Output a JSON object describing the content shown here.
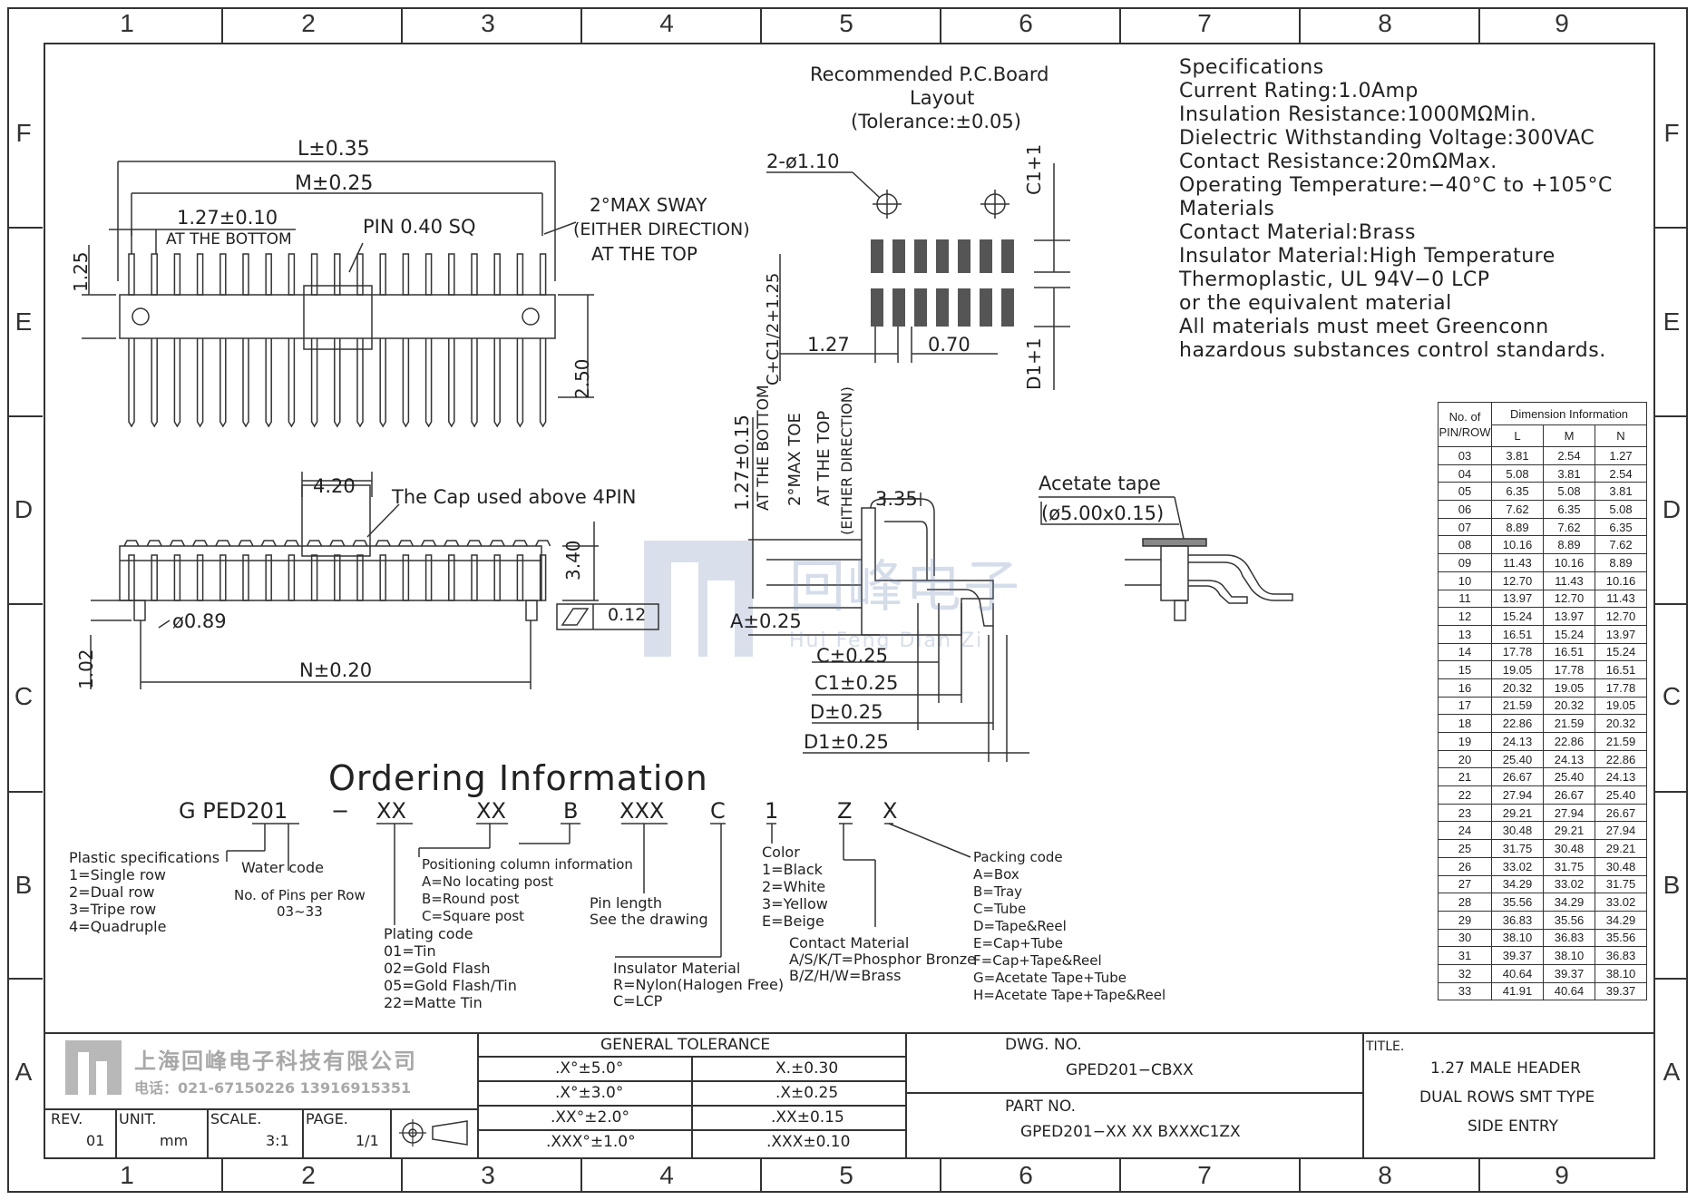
{
  "grid": {
    "columns": [
      "1",
      "2",
      "3",
      "4",
      "5",
      "6",
      "7",
      "8",
      "9"
    ],
    "rows": [
      "F",
      "E",
      "D",
      "C",
      "B",
      "A"
    ]
  },
  "pcb": {
    "title_1": "Recommended P.C.Board",
    "title_2": "Layout",
    "tolerance": "(Tolerance:±0.05)",
    "hole": "2-ø1.10",
    "pitch": "1.27",
    "pad_width": "0.70",
    "c1_plus": "C1+1",
    "d1_plus": "D1+1",
    "c_formula": "C+C1/2+1.25"
  },
  "specifications": {
    "lines": [
      "Specifications",
      "Current Rating:1.0Amp",
      "Insulation  Resistance:1000MΩMin.",
      "Dielectric  Withstanding  Voltage:300VAC",
      "Contact  Resistance:20mΩMax.",
      "Operating  Temperature:−40°C  to  +105°C",
      "Materials",
      "Contact  Material:Brass",
      "Insulator  Material:High  Temperature",
      "Thermoplastic,  UL  94V−0  LCP",
      "or  the  equivalent  material",
      "All  materials  must  meet  Greenconn",
      "hazardous  substances  control  standards."
    ]
  },
  "top_view": {
    "l_dim": "L±0.35",
    "m_dim": "M±0.25",
    "pitch_dim": "1.27±0.10",
    "at_bottom": "AT THE BOTTOM",
    "pin_sq": "PIN  0.40  SQ",
    "sway_1": "2°MAX  SWAY",
    "sway_2": "(EITHER  DIRECTION)",
    "sway_3": "AT  THE  TOP",
    "dim_125": "1.25",
    "dim_250": "2.50"
  },
  "front_view": {
    "cap_dim": "4.20",
    "cap_note": "The  Cap  used  above  4PIN",
    "height": "3.40",
    "post_dia": "ø0.89",
    "n_dim": "N±0.20",
    "dim_102": "1.02",
    "flatness": "0.12"
  },
  "side_view": {
    "pitch_bottom": "1.27±0.15",
    "at_bottom": "AT  THE  BOTTOM",
    "toe_1": "2°MAX  TOE",
    "toe_2": "AT  THE  TOP",
    "toe_3": "(EITHER  DIRECTION)",
    "width": "3.35",
    "a": "A±0.25",
    "c": "C±0.25",
    "c1": "C1±0.25",
    "d": "D±0.25",
    "d1": "D1±0.25"
  },
  "tape": {
    "label": "Acetate  tape",
    "size": "(ø5.00x0.15)"
  },
  "watermark": {
    "name": "回峰电子",
    "pinyin": "Hui  Feng  Dian  Zi"
  },
  "ordering": {
    "title": "Ordering  Information",
    "code_parts": [
      "G  PED201",
      "−",
      "XX",
      "XX",
      "B",
      "XXX",
      "C",
      "1",
      "Z",
      "X"
    ],
    "plastic": [
      "Plastic  specifications",
      "1=Single  row",
      "2=Dual  row",
      "3=Tripe  row",
      "4=Quadruple"
    ],
    "water": "Water  code",
    "pins": [
      "No.  of  Pins  per  Row",
      "03~33"
    ],
    "positioning": [
      "Positioning  column  information",
      "A=No  locating  post",
      "B=Round  post",
      "C=Square  post"
    ],
    "plating": [
      "Plating  code",
      "01=Tin",
      "02=Gold  Flash",
      "05=Gold  Flash/Tin",
      "22=Matte  Tin"
    ],
    "pin_length": [
      "Pin  length",
      "See  the  drawing"
    ],
    "insulator": [
      "Insulator  Material",
      "R=Nylon(Halogen  Free)",
      "C=LCP"
    ],
    "color": [
      "Color",
      "1=Black",
      "2=White",
      "3=Yellow",
      "E=Beige"
    ],
    "contact": [
      "Contact  Material",
      "A/S/K/T=Phosphor  Bronze",
      "B/Z/H/W=Brass"
    ],
    "packing": [
      "Packing  code",
      "A=Box",
      "B=Tray",
      "C=Tube",
      "D=Tape&Reel",
      "E=Cap+Tube",
      "F=Cap+Tape&Reel",
      "G=Acetate  Tape+Tube",
      "H=Acetate  Tape+Tape&Reel"
    ]
  },
  "dimension_table": {
    "header_pin_1": "No.  of",
    "header_pin_2": "PIN/ROW",
    "header_info": "Dimension  Information",
    "columns": [
      "L",
      "M",
      "N"
    ],
    "rows": [
      [
        "03",
        "3.81",
        "2.54",
        "1.27"
      ],
      [
        "04",
        "5.08",
        "3.81",
        "2.54"
      ],
      [
        "05",
        "6.35",
        "5.08",
        "3.81"
      ],
      [
        "06",
        "7.62",
        "6.35",
        "5.08"
      ],
      [
        "07",
        "8.89",
        "7.62",
        "6.35"
      ],
      [
        "08",
        "10.16",
        "8.89",
        "7.62"
      ],
      [
        "09",
        "11.43",
        "10.16",
        "8.89"
      ],
      [
        "10",
        "12.70",
        "11.43",
        "10.16"
      ],
      [
        "11",
        "13.97",
        "12.70",
        "11.43"
      ],
      [
        "12",
        "15.24",
        "13.97",
        "12.70"
      ],
      [
        "13",
        "16.51",
        "15.24",
        "13.97"
      ],
      [
        "14",
        "17.78",
        "16.51",
        "15.24"
      ],
      [
        "15",
        "19.05",
        "17.78",
        "16.51"
      ],
      [
        "16",
        "20.32",
        "19.05",
        "17.78"
      ],
      [
        "17",
        "21.59",
        "20.32",
        "19.05"
      ],
      [
        "18",
        "22.86",
        "21.59",
        "20.32"
      ],
      [
        "19",
        "24.13",
        "22.86",
        "21.59"
      ],
      [
        "20",
        "25.40",
        "24.13",
        "22.86"
      ],
      [
        "21",
        "26.67",
        "25.40",
        "24.13"
      ],
      [
        "22",
        "27.94",
        "26.67",
        "25.40"
      ],
      [
        "23",
        "29.21",
        "27.94",
        "26.67"
      ],
      [
        "24",
        "30.48",
        "29.21",
        "27.94"
      ],
      [
        "25",
        "31.75",
        "30.48",
        "29.21"
      ],
      [
        "26",
        "33.02",
        "31.75",
        "30.48"
      ],
      [
        "27",
        "34.29",
        "33.02",
        "31.75"
      ],
      [
        "28",
        "35.56",
        "34.29",
        "33.02"
      ],
      [
        "29",
        "36.83",
        "35.56",
        "34.29"
      ],
      [
        "30",
        "38.10",
        "36.83",
        "35.56"
      ],
      [
        "31",
        "39.37",
        "38.10",
        "36.83"
      ],
      [
        "32",
        "40.64",
        "39.37",
        "38.10"
      ],
      [
        "33",
        "41.91",
        "40.64",
        "39.37"
      ]
    ]
  },
  "title_block": {
    "company": "上海回峰电子科技有限公司",
    "phone": "电话：021-67150226   13916915351",
    "rev_label": "REV.",
    "rev_value": "01",
    "unit_label": "UNIT.",
    "unit_value": "mm",
    "scale_label": "SCALE.",
    "scale_value": "3:1",
    "page_label": "PAGE.",
    "page_value": "1/1",
    "tolerance_title": "GENERAL  TOLERANCE",
    "tolerance_rows": [
      [
        ".X°±5.0°",
        "X.±0.30"
      ],
      [
        ".X°±3.0°",
        ".X±0.25"
      ],
      [
        ".XX°±2.0°",
        ".XX±0.15"
      ],
      [
        ".XXX°±1.0°",
        ".XXX±0.10"
      ]
    ],
    "dwg_label": "DWG.  NO.",
    "dwg_value": "GPED201−CBXX",
    "part_label": "PART  NO.",
    "part_value": "GPED201−XX  XX  BXXXC1ZX",
    "title_label": "TITLE.",
    "title_lines": [
      "1.27  MALE  HEADER",
      "DUAL  ROWS  SMT  TYPE",
      "SIDE  ENTRY"
    ]
  }
}
